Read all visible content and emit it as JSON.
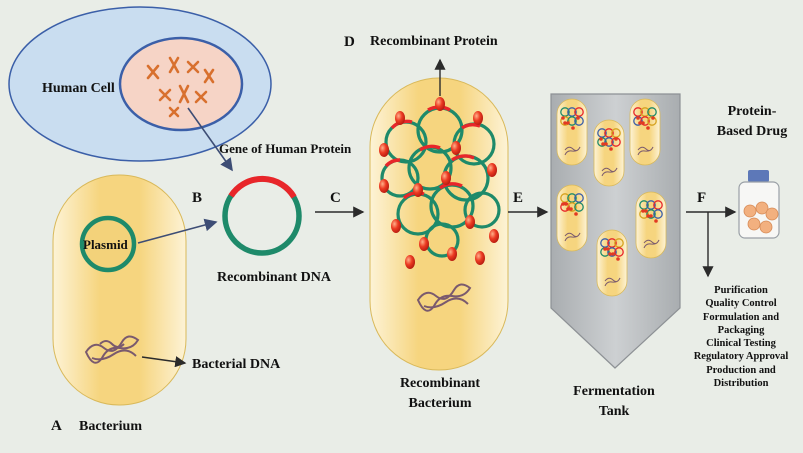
{
  "labels": {
    "human_cell": "Human Cell",
    "gene": "Gene of Human Protein",
    "plasmid": "Plasmid",
    "bacterial_dna": "Bacterial DNA",
    "bacterium": "Bacterium",
    "recombinant_dna": "Recombinant DNA",
    "recombinant_protein": "Recombinant Protein",
    "recombinant_bacterium_line1": "Recombinant",
    "recombinant_bacterium_line2": "Bacterium",
    "fermentation_line1": "Fermentation",
    "fermentation_line2": "Tank",
    "drug_line1": "Protein-",
    "drug_line2": "Based Drug"
  },
  "steps": {
    "A": "A",
    "B": "B",
    "C": "C",
    "D": "D",
    "E": "E",
    "F": "F"
  },
  "downstream_steps": [
    "Purification",
    "Quality Control",
    "Formulation and",
    "Packaging",
    "Clinical Testing",
    "Regulatory Approval",
    "Production and",
    "Distribution"
  ],
  "colors": {
    "background": "#e9ede7",
    "cell_fill": "#c9ddf0",
    "cell_outline": "#3b5fa8",
    "nucleus_fill": "#f6d4c6",
    "bacterium_fill": "#f7d889",
    "plasmid_green": "#1e8a6a",
    "insert_red": "#e8262a",
    "protein_red": "#e23a22",
    "tank_gray": "#bcc0c3"
  }
}
